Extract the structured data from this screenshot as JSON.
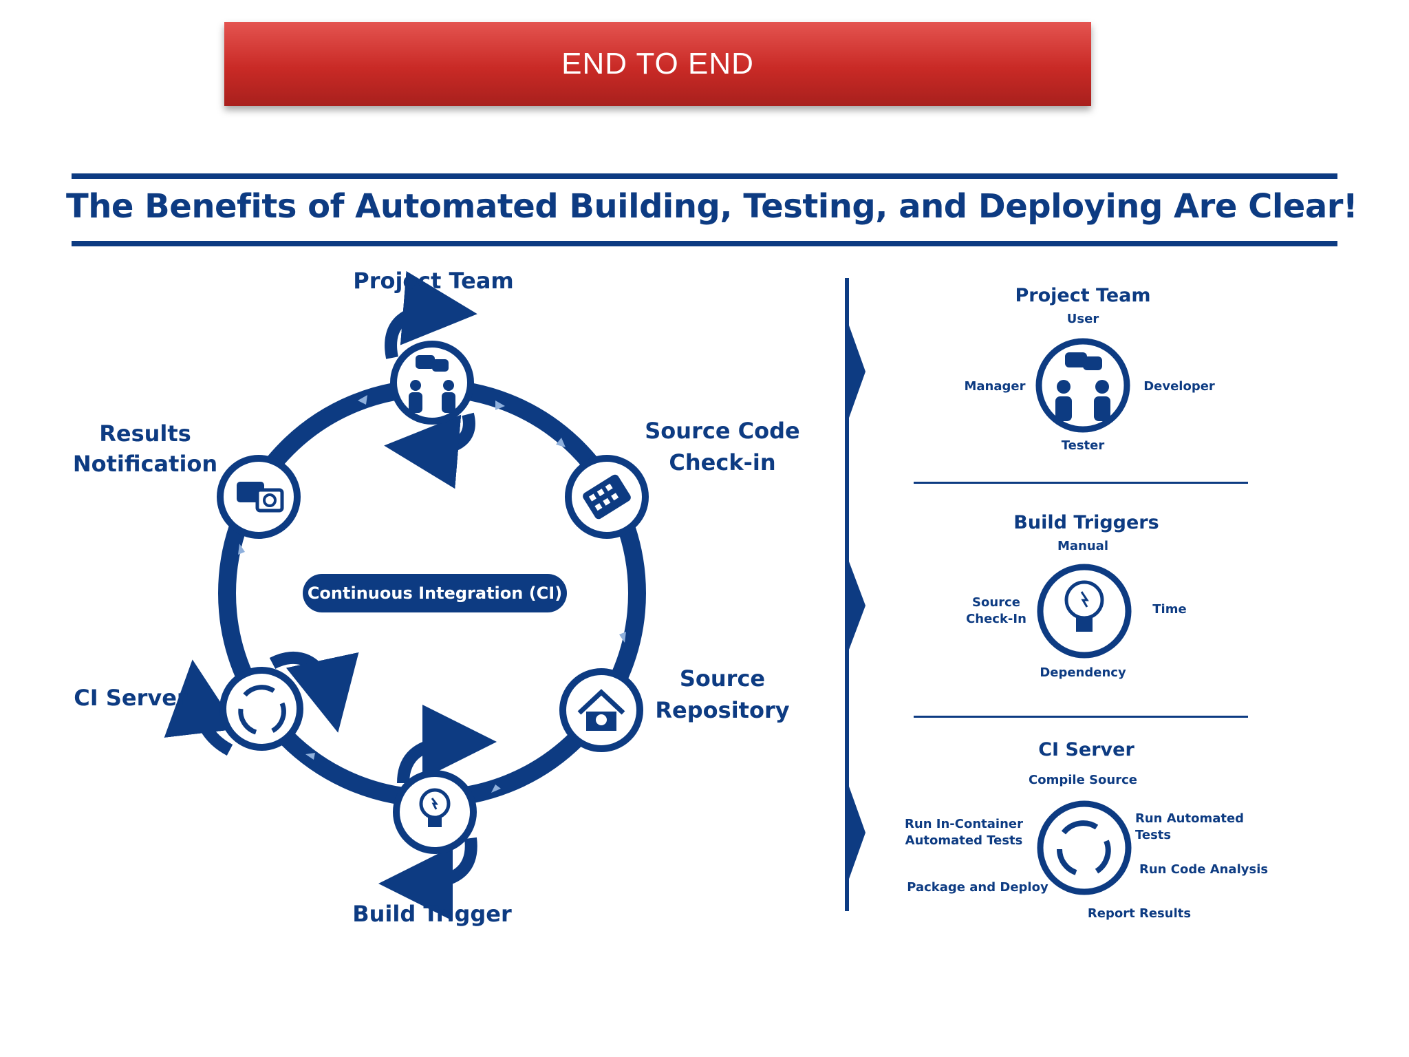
{
  "banner": {
    "text": "END TO END"
  },
  "title": "The Benefits of Automated Building, Testing, and Deploying Are Clear!",
  "cycle": {
    "center": "Continuous Integration (CI)",
    "project_team": "Project Team",
    "source_code_1": "Source Code",
    "source_code_2": "Check-in",
    "source_repo_1": "Source",
    "source_repo_2": "Repository",
    "build_trigger": "Build Trigger",
    "ci_server": "CI Server",
    "results_1": "Results",
    "results_2": "Notification"
  },
  "panels": {
    "team": {
      "title": "Project Team",
      "top": "User",
      "left": "Manager",
      "right": "Developer",
      "bottom": "Tester"
    },
    "triggers": {
      "title": "Build Triggers",
      "top": "Manual",
      "left_1": "Source",
      "left_2": "Check-In",
      "right": "Time",
      "bottom": "Dependency"
    },
    "server": {
      "title": "CI Server",
      "top": "Compile Source",
      "left_1": "Run In-Container",
      "left_2": "Automated Tests",
      "right_top": "Run Automated Tests",
      "right_mid": "Run Code Analysis",
      "bottom_left": "Package and Deploy",
      "bottom_right": "Report Results"
    }
  },
  "colors": {
    "primary": "#0d3b82",
    "banner_red": "#c92a26"
  }
}
